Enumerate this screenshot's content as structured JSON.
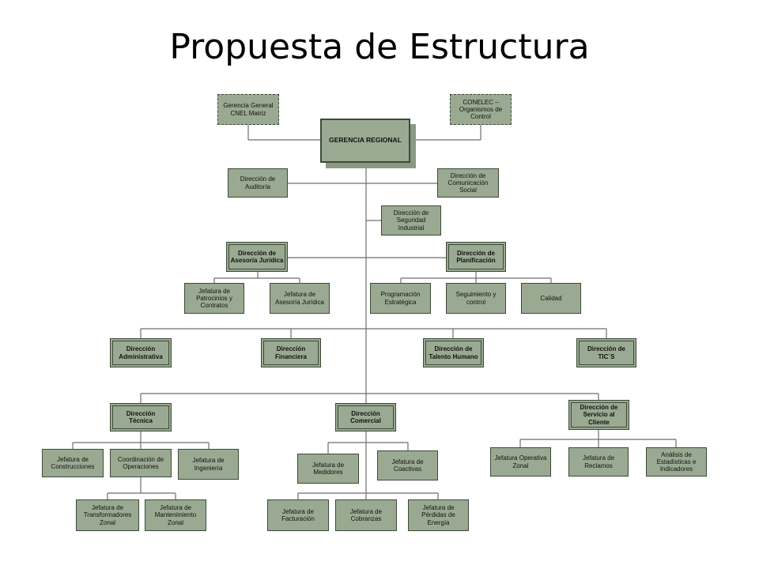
{
  "title": "Propuesta de Estructura",
  "colors": {
    "box_fill": "#9aaa92",
    "box_border": "#3c4a38",
    "line": "#6e6e6e",
    "shadow": "#8a9a82"
  },
  "nodes": {
    "gerencia_general": "Gerencia General\nCNEL Matriz",
    "conelec": "CONELEC –\nOrganismos de\nControl",
    "gerencia_regional": "GERENCIA REGIONAL",
    "direccion_auditoria": "Dirección de\nAuditoría",
    "direccion_comunicacion_social": "Dirección de\nComunicación\nSocial",
    "direccion_seguridad_industrial": "Dirección de\nSeguridad\nIndustrial",
    "direccion_asesoria_juridica": "Dirección de\nAsesoría Jurídica",
    "direccion_planificacion": "Dirección de\nPlanificación",
    "jefatura_patrocinios": "Jefatura de\nPatrocinios y\nContratos",
    "jefatura_asesoria_juridica": "Jefatura de\nAsesoría Jurídica",
    "programacion_estrategica": "Programación\nEstratégica",
    "seguimiento_control": "Seguimiento y\ncontrol",
    "calidad": "Calidad",
    "direccion_administrativa": "Dirección\nAdministrativa",
    "direccion_financiera": "Dirección\nFinanciera",
    "direccion_talento_humano": "Dirección de\nTalento Humano",
    "direccion_tics": "Dirección de\nTIC´S",
    "direccion_tecnica": "Dirección\nTécnica",
    "direccion_comercial": "Dirección\nComercial",
    "direccion_servicio_cliente": "Dirección de\nServicio al\nCliente",
    "jefatura_construcciones": "Jefatura de\nConstrucciones",
    "coordinacion_operaciones": "Coordinación de\nOperaciones",
    "jefatura_ingenieria": "Jefatura de\nIngeniería",
    "jefatura_transformadores": "Jefatura de\nTransformadores\nZonal",
    "jefatura_mantenimiento": "Jefatura de\nMantenimiento\nZonal",
    "jefatura_medidores": "Jefatura de\nMedidores",
    "jefatura_coactivas": "Jefatura de\nCoactivas",
    "jefatura_facturacion": "Jefatura de\nFacturación",
    "jefatura_cobranzas": "Jefatura de\nCobranzas",
    "jefatura_perdidas": "Jefatura de\nPérdidas de\nEnergía",
    "jefatura_operativa_zonal": "Jefatura Operativa\nZonal",
    "jefatura_reclamos": "Jefatura de\nReclamos",
    "analisis_estadisticas": "Análisis de\nEstadísticas e\nIndicadores"
  }
}
